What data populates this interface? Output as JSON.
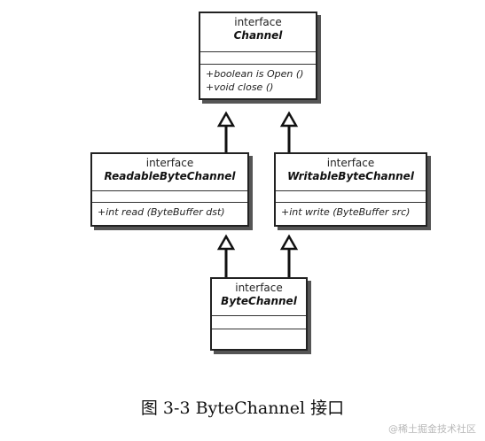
{
  "diagram": {
    "channel": {
      "stereotype": "interface",
      "name": "Channel",
      "operations": [
        "+boolean is Open ()",
        "+void close ()"
      ]
    },
    "readable": {
      "stereotype": "interface",
      "name": "ReadableByteChannel",
      "operations": [
        "+int read (ByteBuffer dst)"
      ]
    },
    "writable": {
      "stereotype": "interface",
      "name": "WritableByteChannel",
      "operations": [
        "+int write (ByteBuffer src)"
      ]
    },
    "bytechannel": {
      "stereotype": "interface",
      "name": "ByteChannel",
      "operations": []
    }
  },
  "caption": "图 3-3 ByteChannel 接口",
  "watermark": "@稀土掘金技术社区"
}
